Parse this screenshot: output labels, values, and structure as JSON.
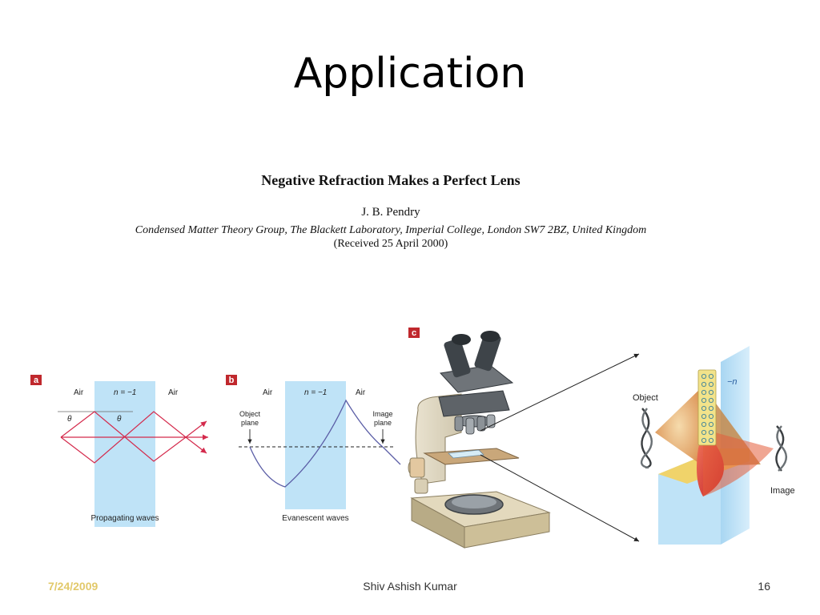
{
  "slide": {
    "title": "Application"
  },
  "paper": {
    "title": "Negative Refraction Makes a Perfect Lens",
    "author": "J. B. Pendry",
    "affiliation": "Condensed Matter Theory Group, The Blackett Laboratory, Imperial College, London SW7 2BZ, United Kingdom",
    "received": "(Received 25 April 2000)"
  },
  "figure": {
    "panel_a": {
      "label": "a",
      "left_medium": "Air",
      "slab": "n = −1",
      "right_medium": "Air",
      "angle_left": "θ",
      "angle_right": "θ",
      "caption": "Propagating waves"
    },
    "panel_b": {
      "label": "b",
      "left_medium": "Air",
      "slab": "n = −1",
      "right_medium": "Air",
      "object_plane_line1": "Object",
      "object_plane_line2": "plane",
      "image_plane_line1": "Image",
      "image_plane_line2": "plane",
      "caption": "Evanescent waves"
    },
    "panel_c": {
      "label": "c",
      "object": "Object",
      "image": "Image",
      "index": "−n"
    }
  },
  "footer": {
    "date": "7/24/2009",
    "author": "Shiv Ashish Kumar",
    "page": "16"
  },
  "colors": {
    "slab_blue": "#bfe3f7",
    "ray_red": "#d42a4c",
    "evanescent_purple": "#5b5ea6",
    "panel_label_bg": "#c0282d"
  }
}
